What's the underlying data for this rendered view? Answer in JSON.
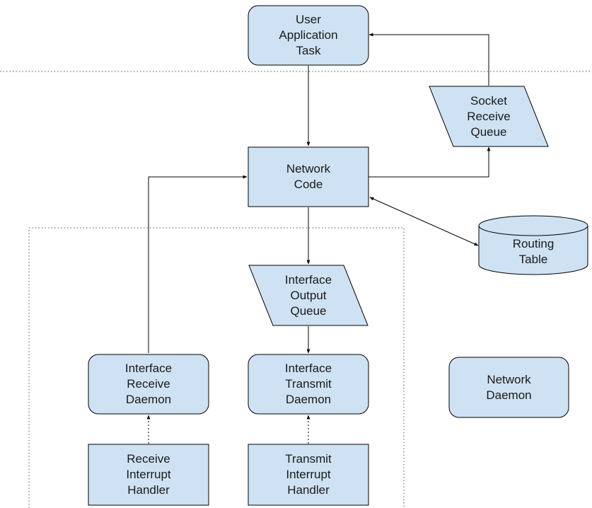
{
  "colors": {
    "node_fill": "#cfe2f3",
    "node_stroke": "#000000",
    "edge": "#000000",
    "boundary": "#555555",
    "background": "#ffffff"
  },
  "nodes": {
    "user_task": {
      "label": "User\nApplication\nTask",
      "shape": "rounded-rect"
    },
    "socket_queue": {
      "label": "Socket\nReceive\nQueue",
      "shape": "parallelogram"
    },
    "network_code": {
      "label": "Network\nCode",
      "shape": "rect"
    },
    "routing_table": {
      "label": "Routing\nTable",
      "shape": "cylinder"
    },
    "output_queue": {
      "label": "Interface\nOutput\nQueue",
      "shape": "parallelogram"
    },
    "receive_daemon": {
      "label": "Interface\nReceive\nDaemon",
      "shape": "rounded-rect"
    },
    "transmit_daemon": {
      "label": "Interface\nTransmit\nDaemon",
      "shape": "rounded-rect"
    },
    "network_daemon": {
      "label": "Network\nDaemon",
      "shape": "rounded-rect"
    },
    "receive_handler": {
      "label": "Receive\nInterrupt\nHandler",
      "shape": "rect"
    },
    "transmit_handler": {
      "label": "Transmit\nInterrupt\nHandler",
      "shape": "rect"
    }
  },
  "edges": [
    {
      "from": "user_task",
      "to": "network_code",
      "style": "solid"
    },
    {
      "from": "network_code",
      "to": "socket_queue",
      "style": "solid"
    },
    {
      "from": "socket_queue",
      "to": "user_task",
      "style": "solid"
    },
    {
      "from": "network_code",
      "to": "routing_table",
      "style": "solid",
      "bidirectional": true
    },
    {
      "from": "network_code",
      "to": "output_queue",
      "style": "solid"
    },
    {
      "from": "output_queue",
      "to": "transmit_daemon",
      "style": "solid"
    },
    {
      "from": "receive_daemon",
      "to": "network_code",
      "style": "solid"
    },
    {
      "from": "receive_handler",
      "to": "receive_daemon",
      "style": "dotted"
    },
    {
      "from": "transmit_handler",
      "to": "transmit_daemon",
      "style": "dotted"
    }
  ]
}
